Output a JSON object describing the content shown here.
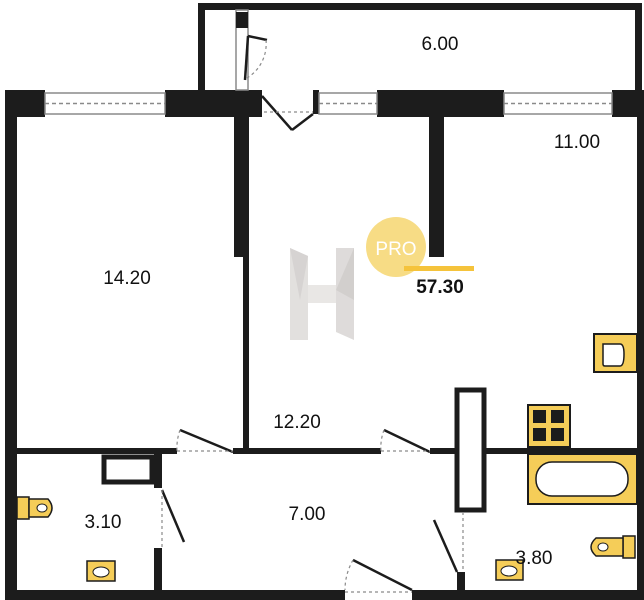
{
  "rooms": {
    "balcony": "6.00",
    "kitchen": "11.00",
    "bedroom": "14.20",
    "living": "12.20",
    "hall": "7.00",
    "wc": "3.10",
    "bathroom": "3.80"
  },
  "total_area": "57.30",
  "badge": {
    "text": "PRO"
  },
  "colors": {
    "wall": "#1c1c1c",
    "fixture": "#f5cd58",
    "badge": "#f7dc85",
    "badge_line": "#f5c33b",
    "logo": "#d9d6d4",
    "window_frame": "#8a8a8a"
  },
  "icons": [
    "door-icon",
    "window-icon",
    "toilet-icon",
    "sink-icon",
    "stove-icon",
    "bathtub-icon",
    "logo-icon"
  ]
}
